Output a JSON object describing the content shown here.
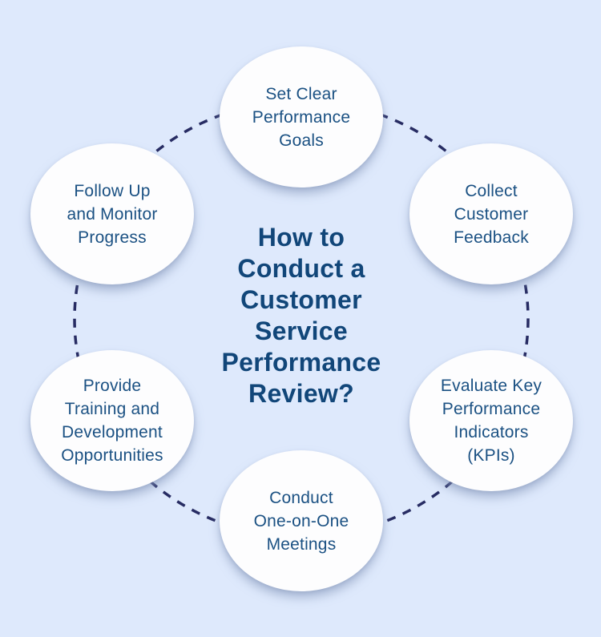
{
  "title": {
    "text": "How to\nConduct a\nCustomer\nService\nPerformance\nReview?"
  },
  "steps": [
    {
      "id": "set-clear-performance-goals",
      "position": "top",
      "label": "Set Clear\nPerformance\nGoals"
    },
    {
      "id": "collect-customer-feedback",
      "position": "top-right",
      "label": "Collect\nCustomer\nFeedback"
    },
    {
      "id": "evaluate-key-performance-indicators",
      "position": "bottom-right",
      "label": "Evaluate Key\nPerformance\nIndicators\n(KPIs)"
    },
    {
      "id": "conduct-one-on-one-meetings",
      "position": "bottom",
      "label": "Conduct\nOne-on-One\nMeetings"
    },
    {
      "id": "provide-training-and-development",
      "position": "bottom-left",
      "label": "Provide\nTraining and\nDevelopment\nOpportunities"
    },
    {
      "id": "follow-up-and-monitor-progress",
      "position": "top-left",
      "label": "Follow Up\nand Monitor\nProgress"
    }
  ],
  "colors": {
    "background": "#dee9fc",
    "node_fill": "#fdfdfe",
    "node_text": "#1b5183",
    "title_text": "#114679",
    "connector_dash": "#272c63",
    "node_shadow": "rgba(128,146,182,0.55)"
  }
}
